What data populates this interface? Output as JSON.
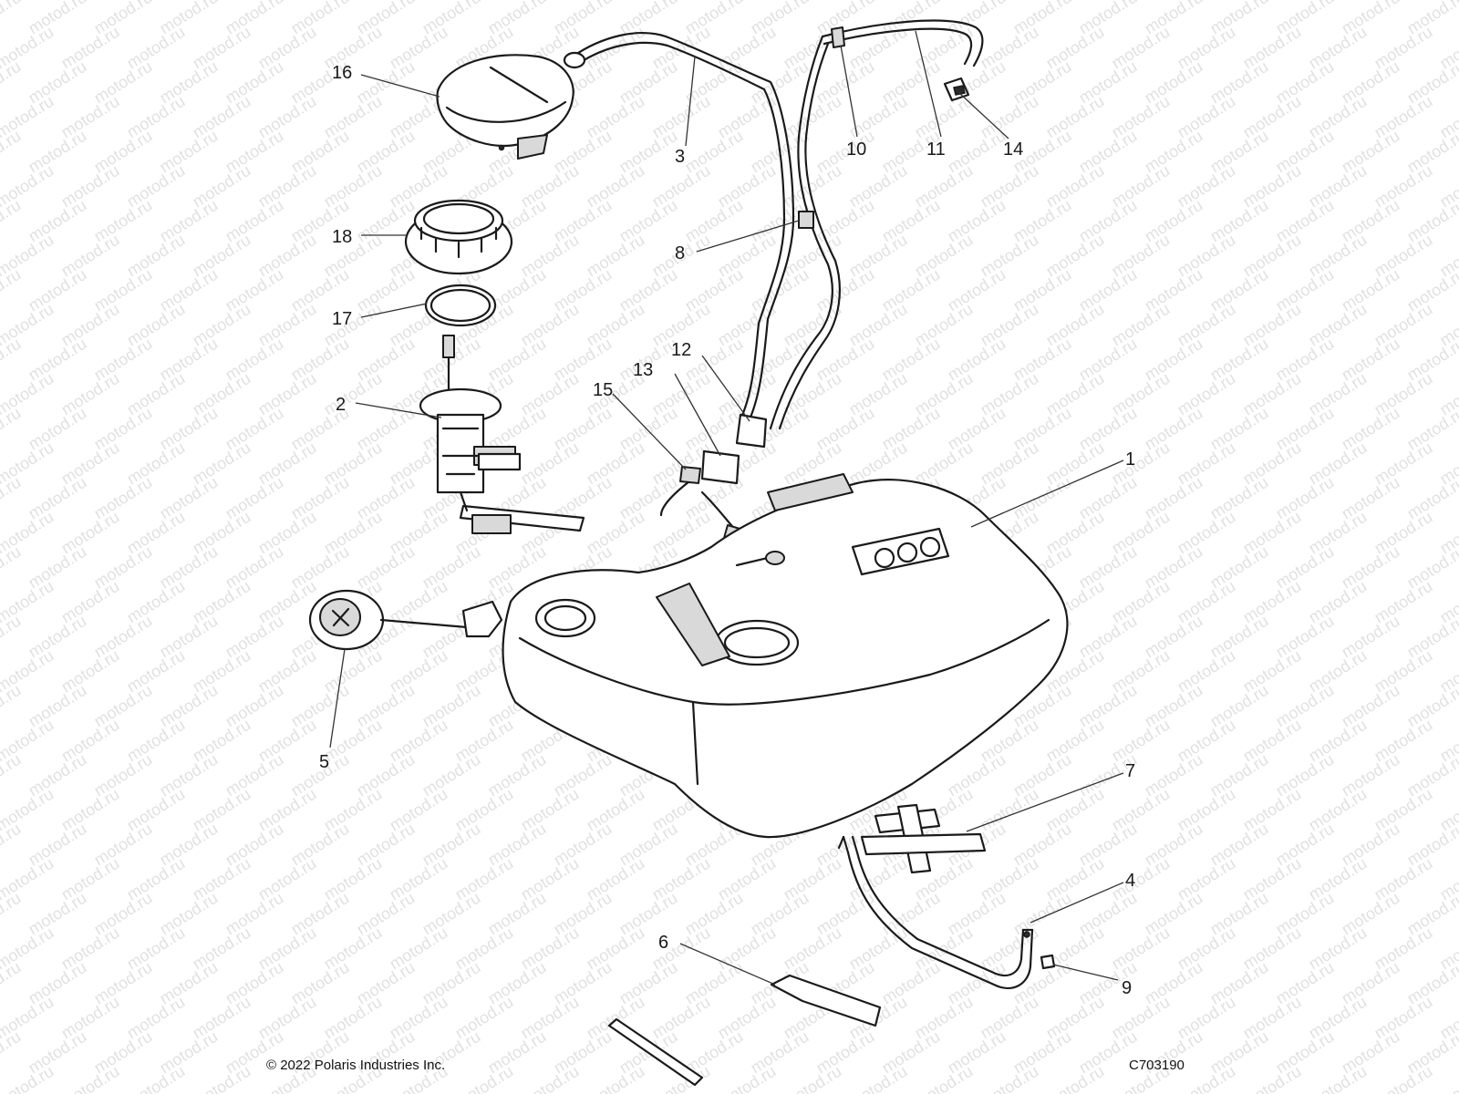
{
  "callouts": [
    {
      "id": "1",
      "label": "1"
    },
    {
      "id": "2",
      "label": "2"
    },
    {
      "id": "3",
      "label": "3"
    },
    {
      "id": "4",
      "label": "4"
    },
    {
      "id": "5",
      "label": "5"
    },
    {
      "id": "6",
      "label": "6"
    },
    {
      "id": "7",
      "label": "7"
    },
    {
      "id": "8",
      "label": "8"
    },
    {
      "id": "9",
      "label": "9"
    },
    {
      "id": "10",
      "label": "10"
    },
    {
      "id": "11",
      "label": "11"
    },
    {
      "id": "12",
      "label": "12"
    },
    {
      "id": "13",
      "label": "13"
    },
    {
      "id": "14",
      "label": "14"
    },
    {
      "id": "15",
      "label": "15"
    },
    {
      "id": "16",
      "label": "16"
    },
    {
      "id": "17",
      "label": "17"
    },
    {
      "id": "18",
      "label": "18"
    }
  ],
  "footer": {
    "copyright": "© 2022 Polaris Industries Inc.",
    "drawing_id": "C703190"
  },
  "watermark": "motod.ru"
}
